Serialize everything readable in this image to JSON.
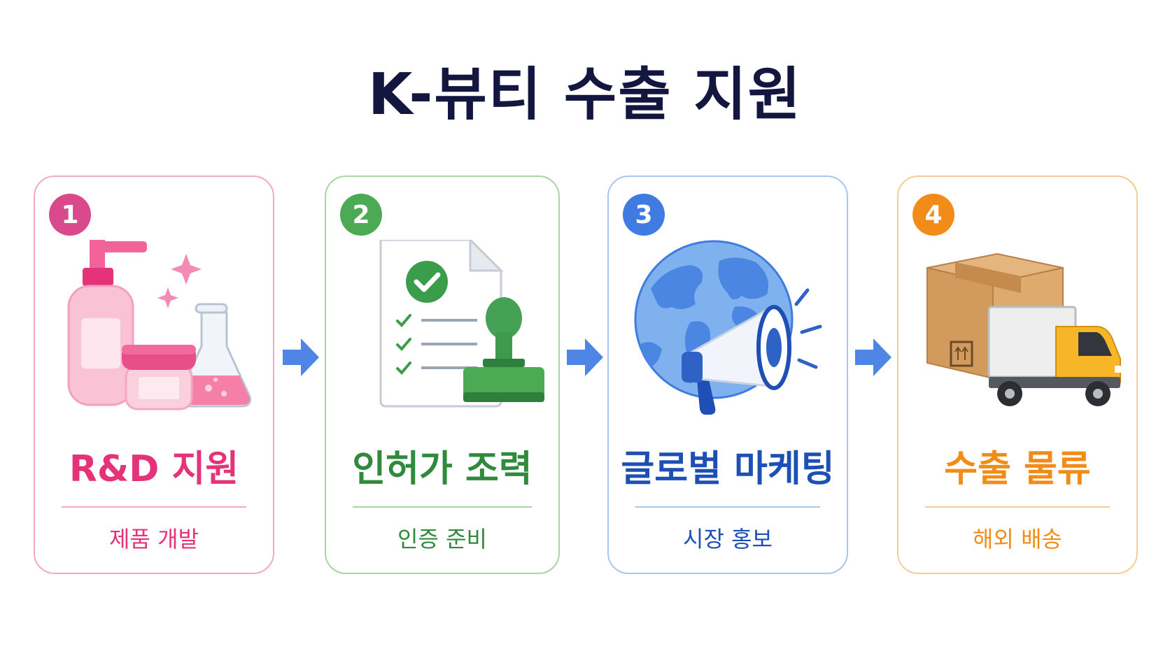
{
  "title": "K-뷰티 수출 지원",
  "arrow_color": "#4f86e6",
  "steps": [
    {
      "number": "1",
      "title": "R&D 지원",
      "subtitle": "제품 개발",
      "color": "#e5337a",
      "border": "#f4a9c3",
      "icon": "cosmetics-lab-icon"
    },
    {
      "number": "2",
      "title": "인허가 조력",
      "subtitle": "인증 준비",
      "color": "#2f8a3c",
      "border": "#a8d6a4",
      "icon": "certification-stamp-icon"
    },
    {
      "number": "3",
      "title": "글로벌 마케팅",
      "subtitle": "시장 홍보",
      "color": "#1e4fb5",
      "border": "#a9c6ef",
      "icon": "globe-megaphone-icon"
    },
    {
      "number": "4",
      "title": "수출 물류",
      "subtitle": "해외 배송",
      "color": "#f28c18",
      "border": "#f7cc94",
      "icon": "box-truck-icon"
    }
  ]
}
